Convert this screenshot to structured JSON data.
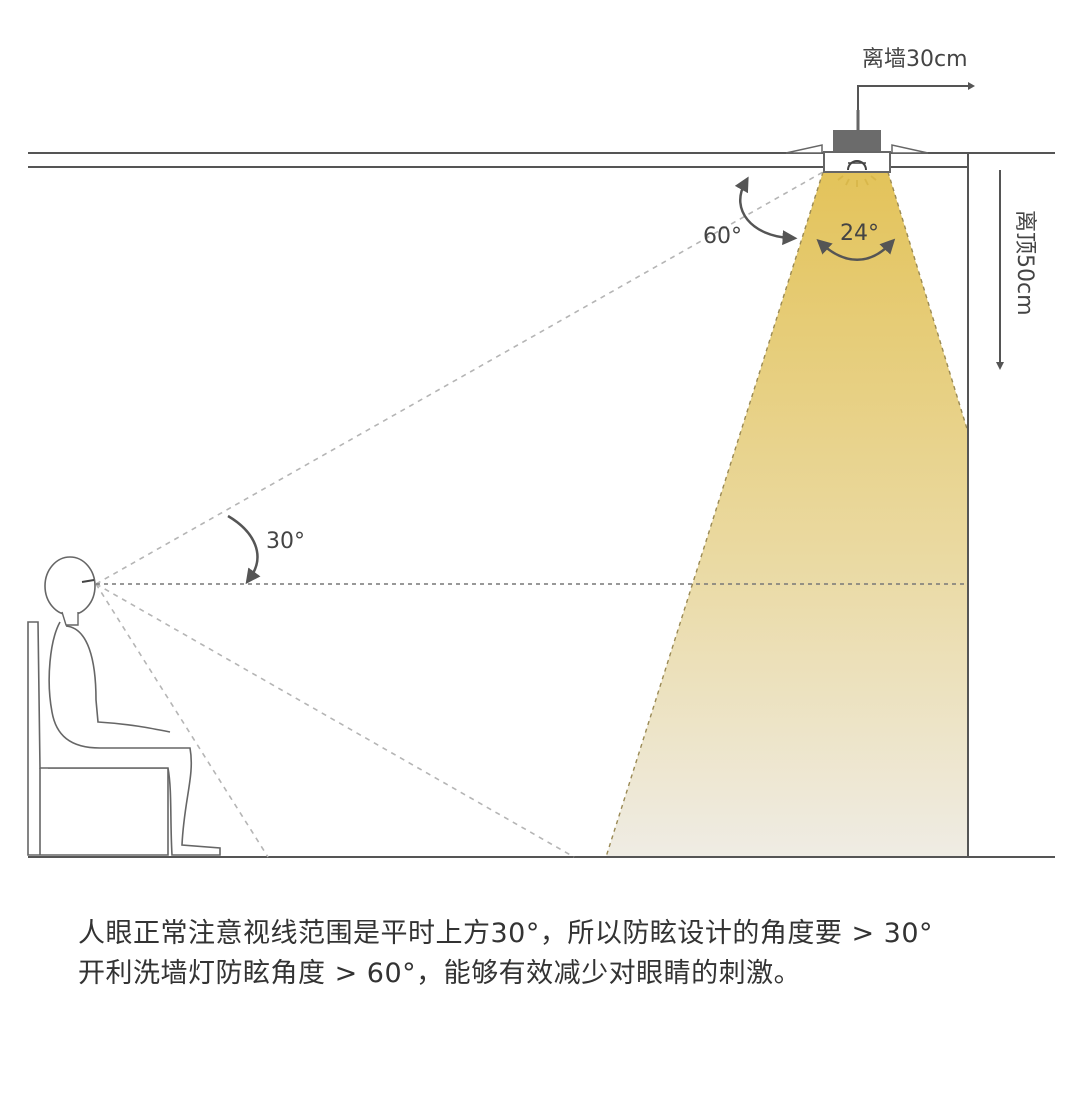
{
  "diagram": {
    "wall_distance_label": "离墙30cm",
    "ceiling_distance_label": "离顶50cm",
    "glare_angle_label": "60°",
    "beam_angle_label": "24°",
    "view_angle_label": "30°"
  },
  "caption": {
    "line1": "人眼正常注意视线范围是平时上方30°，所以防眩设计的角度要 > 30°",
    "line2": "开利洗墙灯防眩角度 > 60°，能够有效减少对眼睛的刺激。"
  },
  "colors": {
    "line": "#555555",
    "beam_top": "#e3c35a",
    "beam_bottom": "#efece4",
    "dashed": "#b5b5b5",
    "fixture": "#6b6b6b"
  }
}
